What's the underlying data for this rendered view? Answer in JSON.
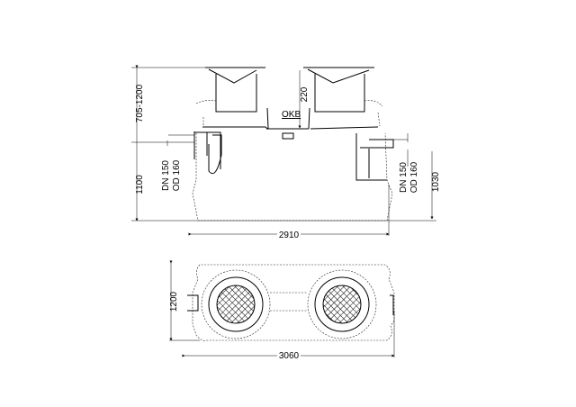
{
  "side_view": {
    "dim_height_cover": "705-1200",
    "dim_height_body": "1100",
    "dim_shaft": "220",
    "label_okb": "OKB",
    "inlet_dn": "DN 150",
    "inlet_od": "OD 160",
    "outlet_dn": "DN 150",
    "outlet_od": "OD 160",
    "dim_outlet_height": "1030",
    "dim_length": "2910"
  },
  "plan_view": {
    "dim_width": "1200",
    "dim_length": "3060"
  }
}
